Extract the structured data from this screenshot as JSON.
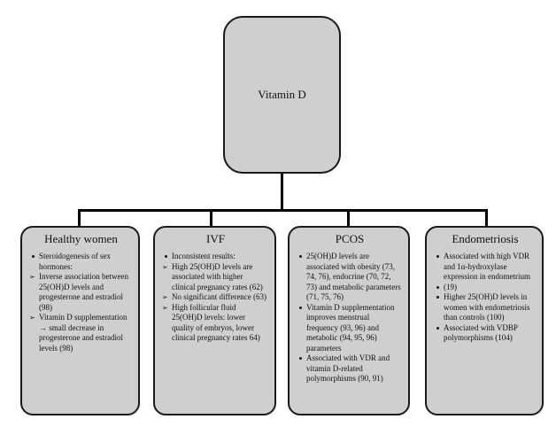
{
  "root": {
    "label": "Vitamin D"
  },
  "columns": [
    {
      "title": "Healthy women",
      "items": [
        {
          "style": "dot",
          "text": "Steroidogenesis of sex hormones:"
        },
        {
          "style": "arrow",
          "text": "Inverse association between 25(OH)D levels and progesterone and estradiol (98)"
        },
        {
          "style": "arrow",
          "text": "Vitamin D supplementation → small decrease in progesterone and estradiol levels (98)"
        }
      ]
    },
    {
      "title": "IVF",
      "items": [
        {
          "style": "dot",
          "text": "Inconsistent results:"
        },
        {
          "style": "arrow",
          "text": "High 25(OH)D levels are associated with higher clinical pregnancy rates (62)"
        },
        {
          "style": "arrow",
          "text": "No significant difference (63)"
        },
        {
          "style": "arrow",
          "text": "High follicular fluid 25(OH)D levels: lower quality of embryos, lower clinical pregnancy rates 64)"
        }
      ]
    },
    {
      "title": "PCOS",
      "items": [
        {
          "style": "dot",
          "text": "25(OH)D levels are associated with obesity (73, 74, 76), endocrine (70, 72, 73) and metabolic parameters (71, 75, 76)"
        },
        {
          "style": "dot",
          "text": "Vitamin D supplementation improves menstrual frequency (93, 96) and metabolic (94, 95, 96) parameters"
        },
        {
          "style": "dot",
          "text": "Associated with VDR and vitamin D-related polymorphisms (90, 91)"
        }
      ]
    },
    {
      "title": "Endometriosis",
      "items": [
        {
          "style": "dot",
          "text": "Associated with high VDR and 1α-hydroxylase expression in endometrium"
        },
        {
          "style": "dot",
          "text": "(19)"
        },
        {
          "style": "dot",
          "text": "Higher 25(OH)D levels in women with endometriosis than controls (100)"
        },
        {
          "style": "dot",
          "text": "Associated with VDBP polymorphisms (104)"
        }
      ]
    }
  ]
}
